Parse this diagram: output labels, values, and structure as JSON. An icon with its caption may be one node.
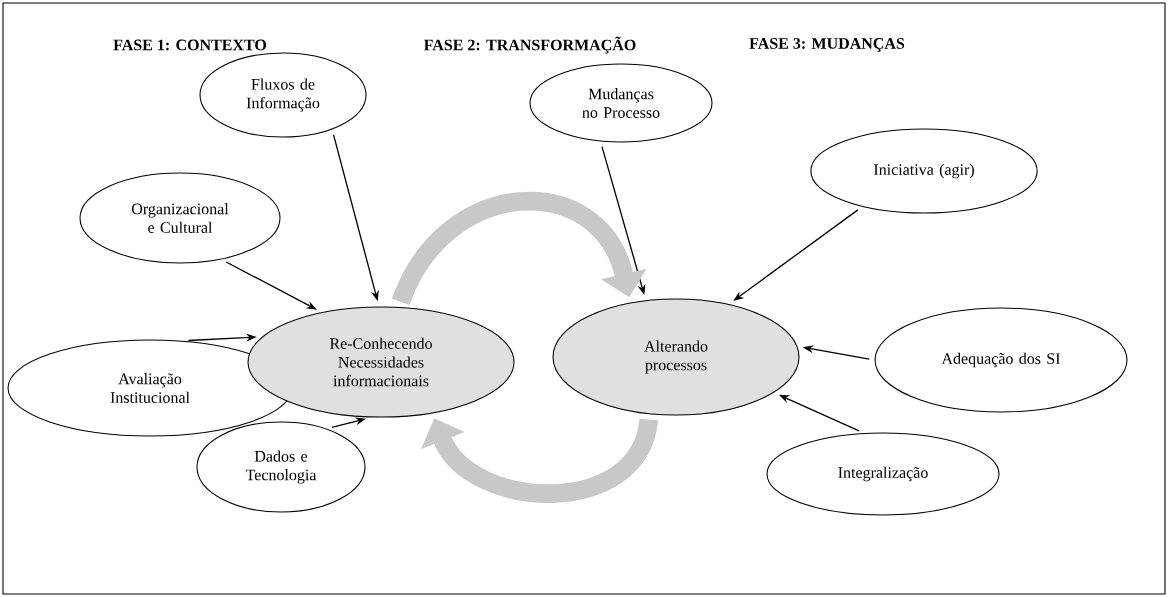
{
  "diagram": {
    "nodes": [
      {
        "text": [
          "Fluxos de Informação"
        ]
      },
      {
        "text": [
          "Organizacional e Cultural"
        ]
      },
      {
        "text": [
          "Avaliação Institucional"
        ]
      },
      {
        "text": [
          "Dados e Tecnologia"
        ]
      },
      {
        "text": [
          "Re-Conhecendo Necessidades informacionais"
        ]
      },
      {
        "text": [
          "Mudanças no Processo"
        ]
      },
      {
        "text": [
          "Iniciativa (agir)"
        ]
      },
      {
        "text": [
          "Adequação dos SI"
        ]
      },
      {
        "text": [
          "Integralização"
        ]
      },
      {
        "text": [
          "Alterando processos"
        ]
      }
    ],
    "edges": [
      {
        "from": 0,
        "to": 4,
        "arrow": "to"
      },
      {
        "from": 1,
        "to": 4,
        "arrow": "to"
      },
      {
        "from": 2,
        "to": 4,
        "arrow": "to"
      },
      {
        "from": 3,
        "to": 4,
        "arrow": "to"
      },
      {
        "from": 5,
        "to": 9,
        "arrow": "to"
      },
      {
        "from": 6,
        "to": 9,
        "arrow": "to"
      },
      {
        "from": 7,
        "to": 9,
        "arrow": "to"
      },
      {
        "from": 8,
        "to": 9,
        "arrow": "to"
      },
      {
        "from": 4,
        "to": 9,
        "arrow": "to",
        "style": "thick",
        "color": "#c8c8c8"
      },
      {
        "from": 9,
        "to": 4,
        "arrow": "to",
        "style": "thick",
        "color": "#c8c8c8"
      }
    ],
    "labels": [
      "FASE 1: CONTEXTO",
      "FASE 2: TRANSFORMAÇÃO",
      "FASE 3: MUDANÇAS"
    ]
  }
}
